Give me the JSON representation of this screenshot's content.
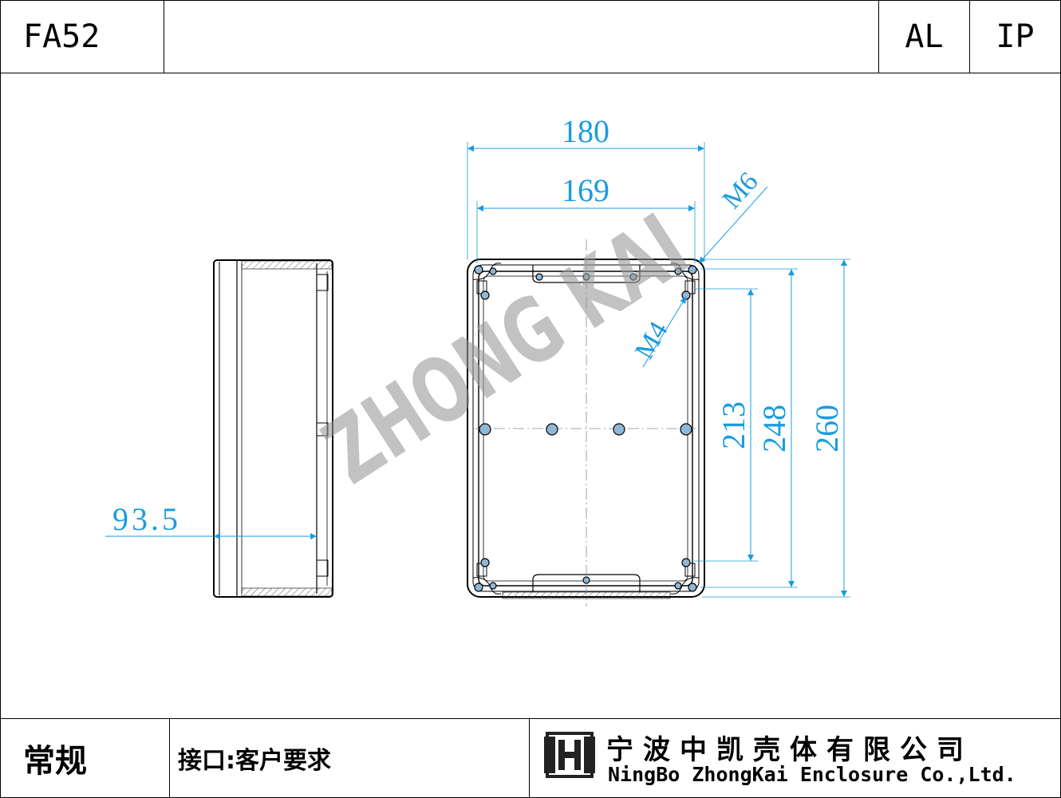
{
  "header": {
    "model": "FA52",
    "material": "AL",
    "rating": "IP"
  },
  "footer": {
    "category": "常规",
    "interface": "接口:客户要求",
    "company_cn": "宁波中凯壳体有限公司",
    "company_en": "NingBo ZhongKai Enclosure Co.,Ltd."
  },
  "drawing": {
    "watermark": "ZHONG KAI",
    "dimensions": {
      "outer_width": "180",
      "hole_width": "169",
      "depth": "93.5",
      "hole_height": "213",
      "inner_height": "248",
      "outer_height": "260",
      "thread_large": "M6",
      "thread_small": "M4"
    }
  },
  "colors": {
    "dimension": "#1a9be0",
    "line": "#000000",
    "watermark": "#9a9a9a"
  }
}
